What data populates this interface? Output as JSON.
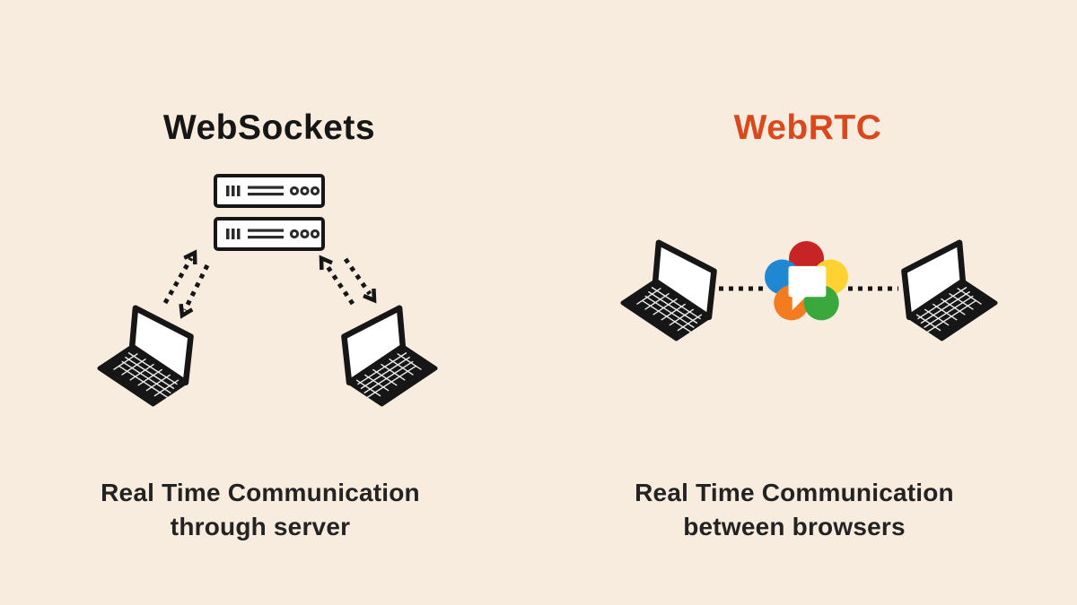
{
  "background_color": "#f8ecde",
  "line_color": "#161616",
  "left_panel": {
    "title": "WebSockets",
    "title_color": "#161616",
    "caption": {
      "line1": "Real Time Communication",
      "line2": "through server"
    },
    "icons": [
      "server-rack-icon",
      "dotted-bidirectional-arrows",
      "laptop-icon",
      "laptop-icon"
    ]
  },
  "right_panel": {
    "title": "WebRTC",
    "title_color": "#d9491d",
    "caption": {
      "line1": "Real Time Communication",
      "line2": "between browsers"
    },
    "icons": [
      "laptop-icon",
      "dotted-peer-link",
      "webrtc-logo-icon",
      "dotted-peer-link",
      "laptop-icon"
    ]
  },
  "webrtc_logo_colors": {
    "red": "#c62425",
    "blue": "#2088d2",
    "yellow": "#fdd231",
    "orange": "#f47b20",
    "green": "#3aa83c"
  }
}
